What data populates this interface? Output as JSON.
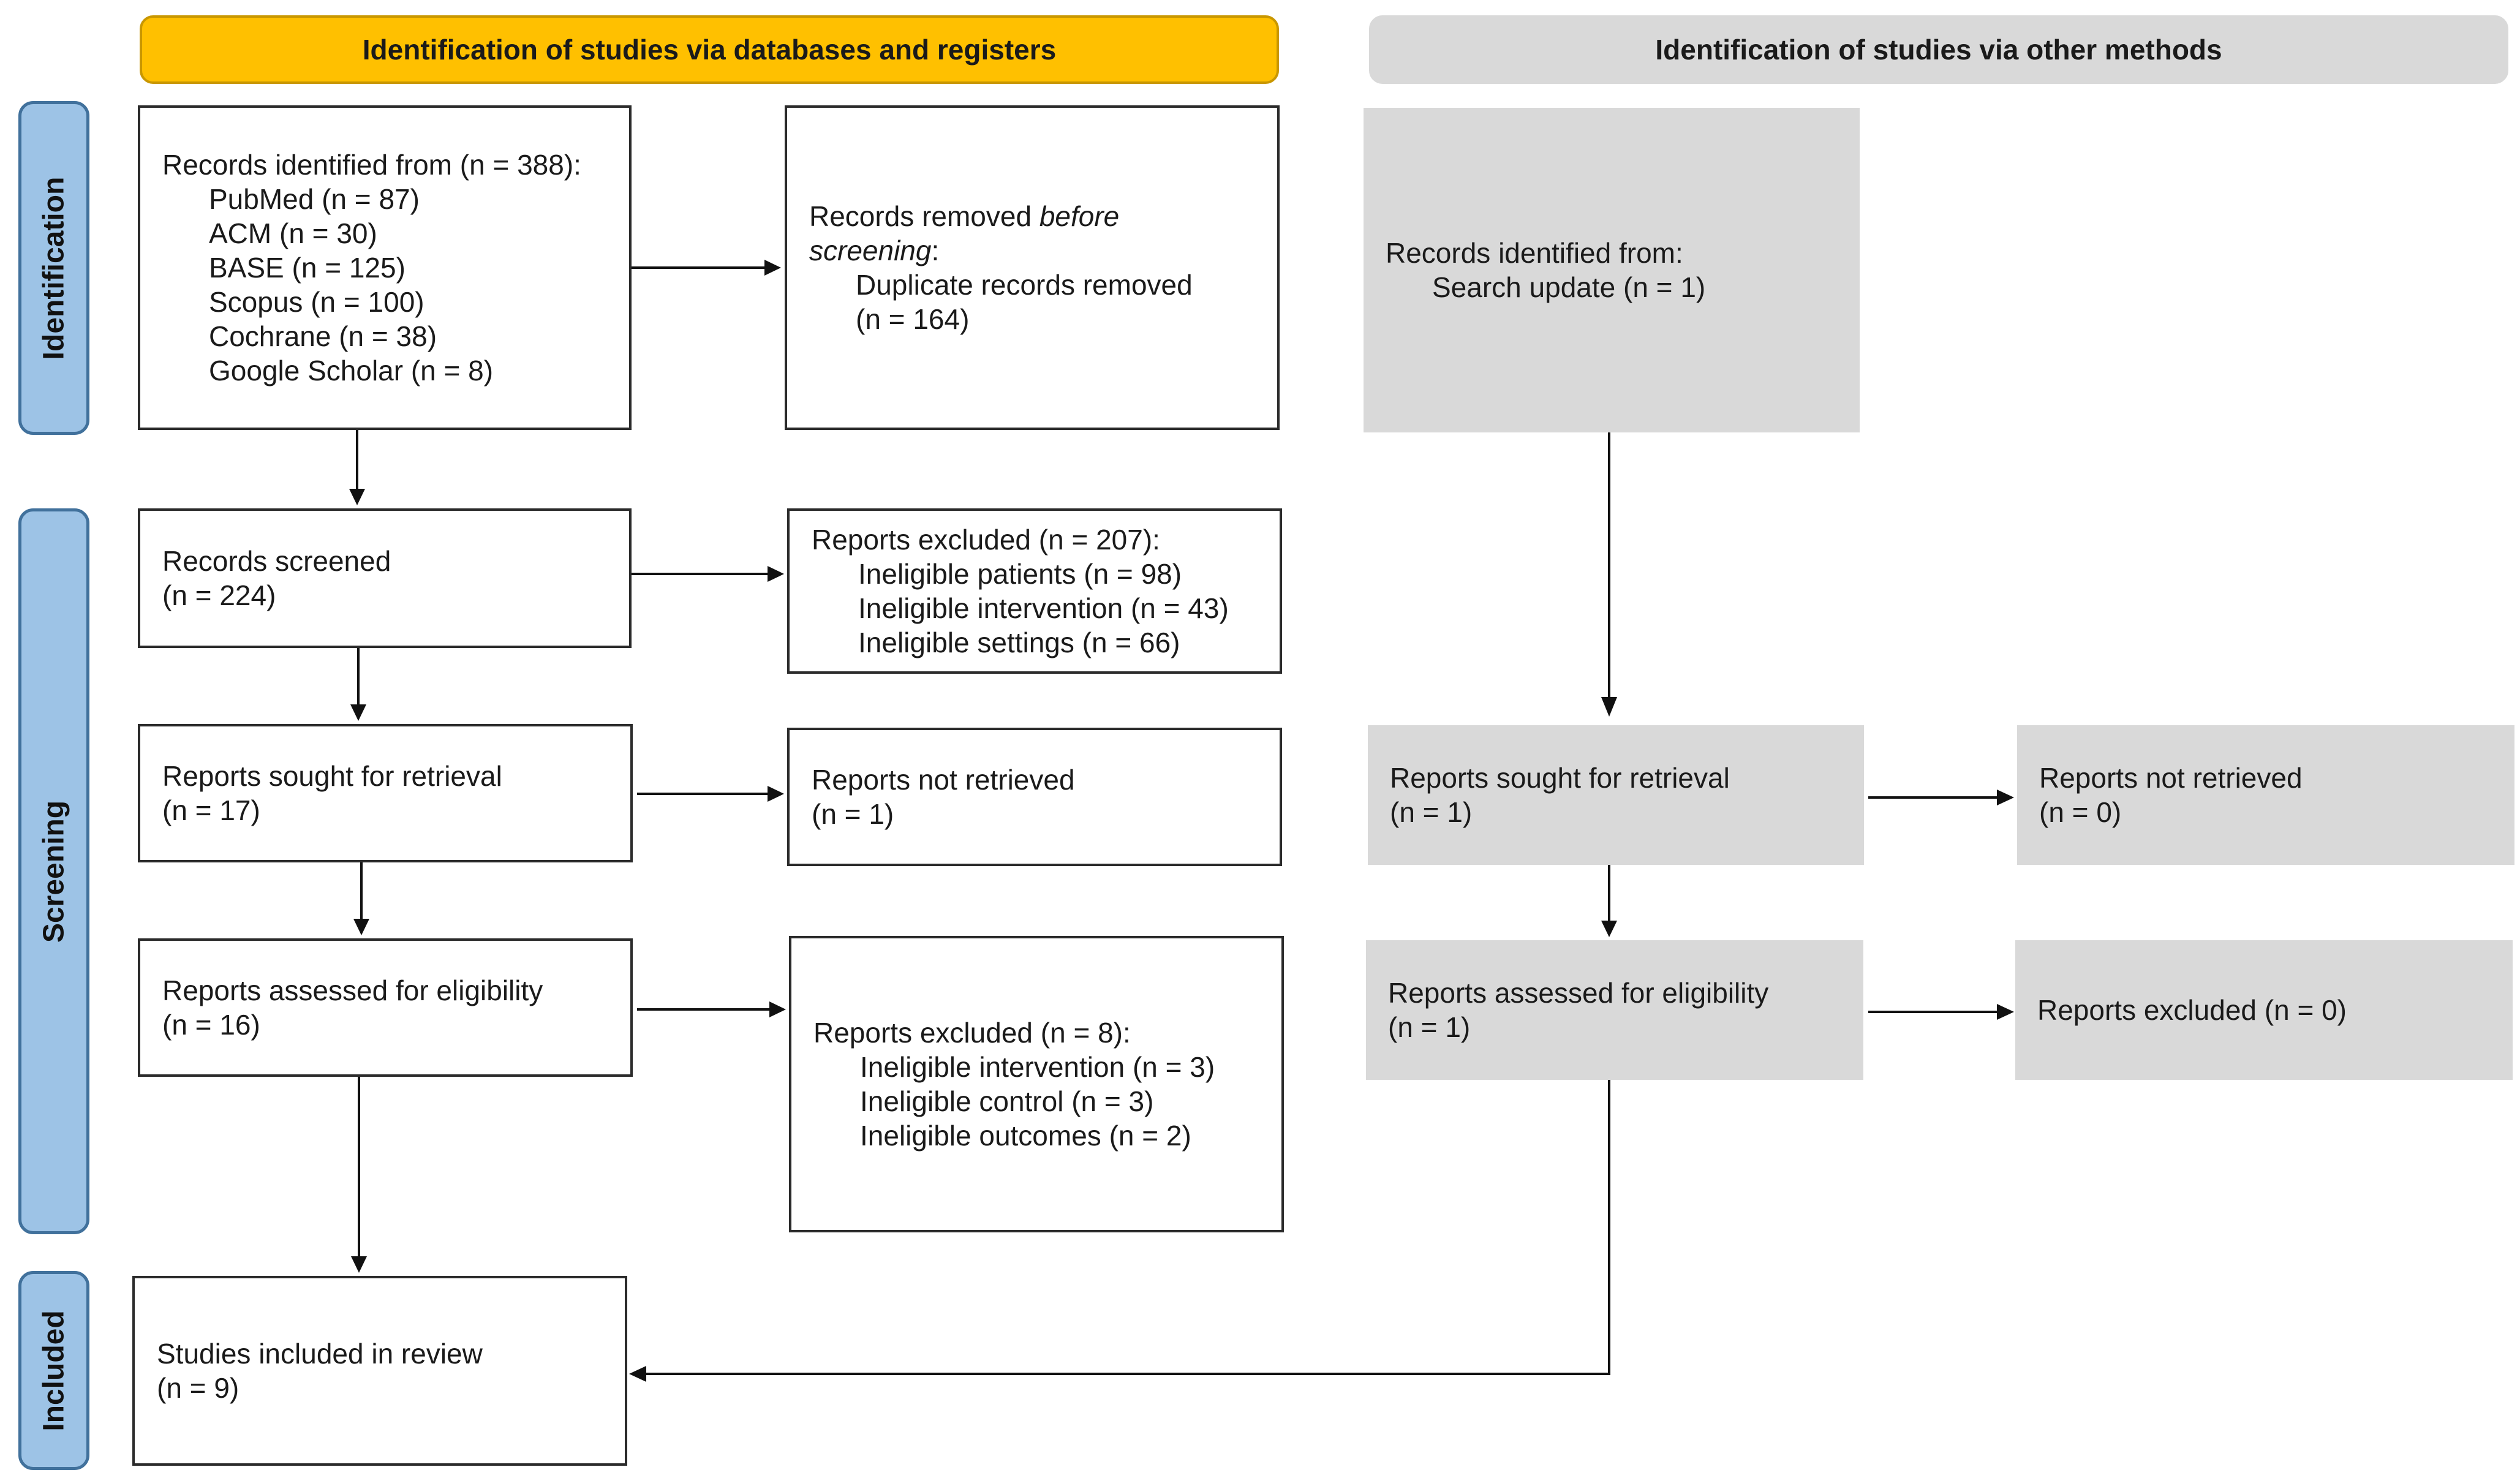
{
  "headers": {
    "databases": "Identification of studies via databases and registers",
    "other": "Identification of studies via other methods"
  },
  "phases": {
    "identification": "Identification",
    "screening": "Screening",
    "included": "Included"
  },
  "db": {
    "identified": {
      "title": "Records identified from (n = 388):",
      "items": [
        "PubMed (n = 87)",
        "ACM (n = 30)",
        "BASE (n = 125)",
        "Scopus (n = 100)",
        "Cochrane (n = 38)",
        "Google Scholar (n = 8)"
      ]
    },
    "removed": {
      "title_plain": "Records removed ",
      "title_italic": "before",
      "line2_italic": "screening",
      "line2_tail": ":",
      "items": [
        "Duplicate records removed",
        "(n = 164)"
      ]
    },
    "screened": {
      "title": "Records screened",
      "count": "(n = 224)"
    },
    "screened_excluded": {
      "title": "Reports excluded (n = 207):",
      "items": [
        "Ineligible patients (n = 98)",
        "Ineligible intervention (n = 43)",
        "Ineligible settings (n = 66)"
      ]
    },
    "sought": {
      "title": "Reports sought for retrieval",
      "count": "(n = 17)"
    },
    "not_retrieved": {
      "title": "Reports not retrieved",
      "count": "(n = 1)"
    },
    "assessed": {
      "title": "Reports assessed for eligibility",
      "count": "(n = 16)"
    },
    "assessed_excluded": {
      "title": "Reports excluded (n = 8):",
      "items": [
        "Ineligible intervention (n = 3)",
        "Ineligible control (n = 3)",
        "Ineligible outcomes (n = 2)"
      ]
    },
    "included": {
      "title": "Studies included in review",
      "count": "(n = 9)"
    }
  },
  "other": {
    "identified": {
      "title": "Records identified from:",
      "item": "Search update (n = 1)"
    },
    "sought": {
      "title": "Reports sought for retrieval",
      "count": "(n = 1)"
    },
    "not_retrieved": {
      "title": "Reports not retrieved",
      "count": "(n = 0)"
    },
    "assessed": {
      "title": "Reports assessed for eligibility",
      "count": "(n = 1)"
    },
    "excluded": {
      "title": "Reports excluded (n = 0)"
    }
  },
  "colors": {
    "header_databases": "#ffc000",
    "header_other": "#d9d9d9",
    "phase_fill": "#9dc3e6",
    "phase_border": "#41719c",
    "grey_box": "#d9d9d9"
  }
}
